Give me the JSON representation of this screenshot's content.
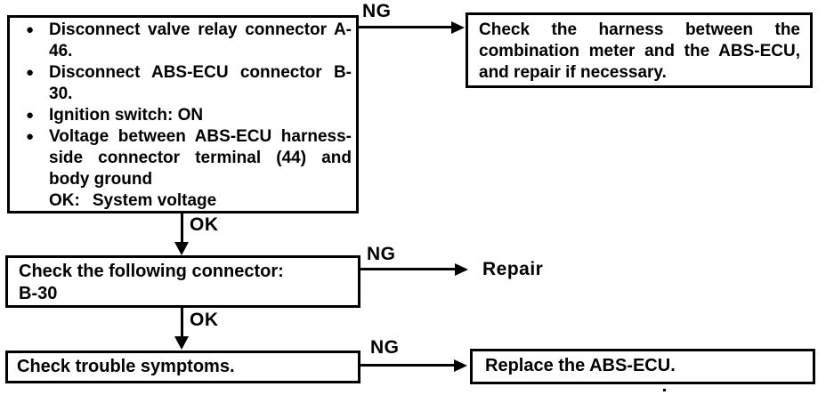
{
  "colors": {
    "ink": "#000000",
    "paper": "#ffffff"
  },
  "flow": {
    "step1": {
      "bullets": [
        "Disconnect valve relay connector A-46.",
        "Disconnect ABS-ECU connector B-30.",
        "Ignition switch: ON",
        "Voltage between ABS-ECU harness-side connector terminal (44) and body ground"
      ],
      "ok_label": "OK:",
      "ok_value": "System voltage"
    },
    "edges": {
      "ng1": "NG",
      "ok1": "OK",
      "ng2": "NG",
      "ok2": "OK",
      "ng3": "NG"
    },
    "harness_box": "Check the harness between the combination meter and the ABS-ECU, and repair if necessary.",
    "connector_box": {
      "title": "Check the following connector:",
      "code": "B-30"
    },
    "repair_action": "Repair",
    "symptoms_box": "Check trouble symptoms.",
    "replace_box": "Replace the ABS-ECU."
  }
}
